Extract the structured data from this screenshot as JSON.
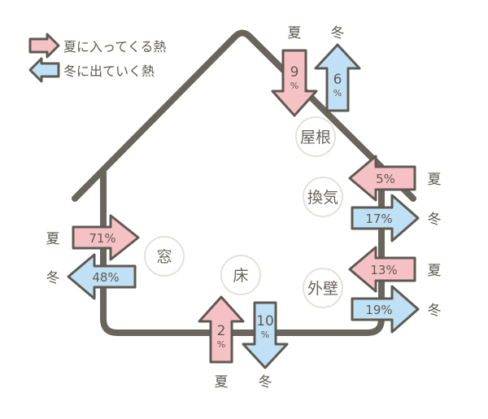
{
  "colors": {
    "house": "#6a655c",
    "summer_fill": "#f6c1c5",
    "winter_fill": "#bfe0f5",
    "arrow_stroke": "#5e5a52",
    "region_circle": "#e4e1da",
    "text": "#5e5a52"
  },
  "legend": {
    "summer": "夏に入ってくる熱",
    "winter": "冬に出ていく熱"
  },
  "regions": {
    "roof": "屋根",
    "ventilation": "換気",
    "window": "窓",
    "floor": "床",
    "wall": "外壁"
  },
  "roof": {
    "summer_label": "夏",
    "summer_pct": "9",
    "summer_unit": "%",
    "winter_label": "冬",
    "winter_pct": "6",
    "winter_unit": "%"
  },
  "ventilation": {
    "summer_label": "夏",
    "summer_pct": "5%",
    "winter_label": "冬",
    "winter_pct": "17%"
  },
  "wall": {
    "summer_label": "夏",
    "summer_pct": "13%",
    "winter_label": "冬",
    "winter_pct": "19%"
  },
  "window": {
    "summer_label": "夏",
    "summer_pct": "71%",
    "winter_label": "冬",
    "winter_pct": "48%"
  },
  "floor": {
    "summer_label": "夏",
    "summer_pct": "2",
    "summer_unit": "%",
    "winter_label": "冬",
    "winter_pct": "10",
    "winter_unit": "%"
  }
}
